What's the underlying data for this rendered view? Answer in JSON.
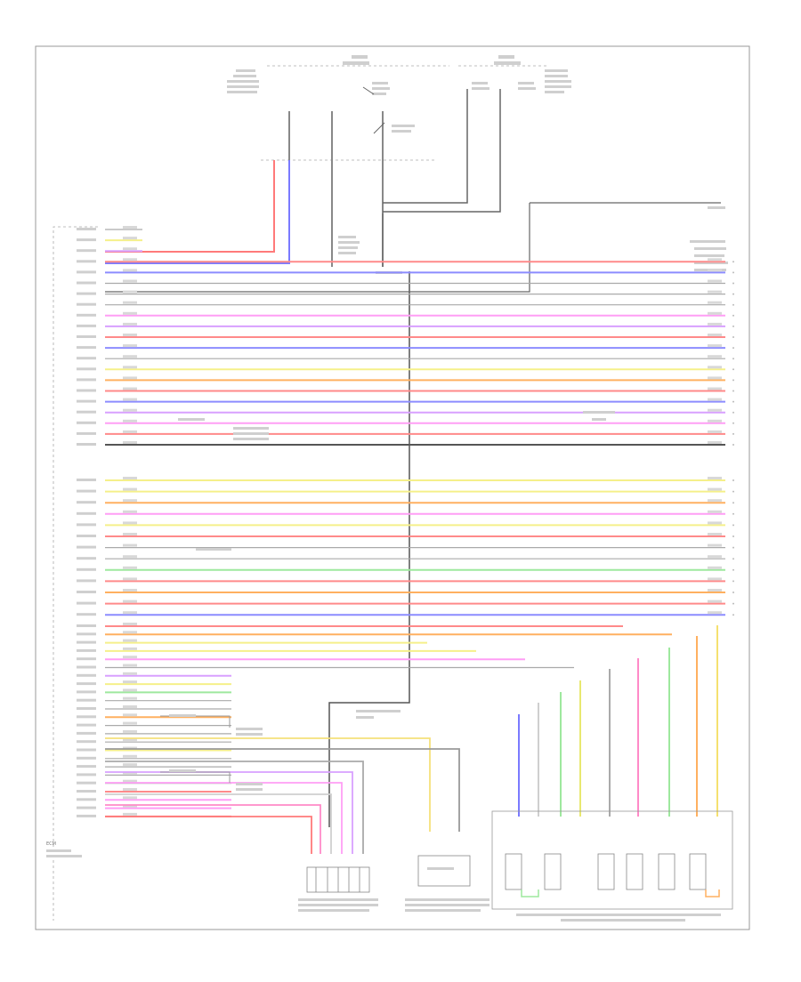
{
  "diagram": {
    "footer_code": "",
    "labels": {
      "ecm": "ECM"
    },
    "colors": {
      "wire_red": "#ff8a8a",
      "wire_blue": "#8c8cff",
      "wire_yellow": "#f5f08a",
      "wire_orange": "#ffb060",
      "wire_green": "#9ee89e",
      "wire_pink": "#ff9ef5",
      "wire_violet": "#d8a0ff",
      "wire_gray": "#aaaaaa",
      "wire_dark": "#555555",
      "frame": "#888888"
    },
    "ecm_wires": [
      "gray",
      "yellow",
      "violet",
      "red",
      "blue",
      "gray",
      "gray",
      "gray",
      "pink",
      "violet",
      "red",
      "blue",
      "gray",
      "yellow",
      "orange",
      "red",
      "blue",
      "violet",
      "pink",
      "red",
      "dark",
      "yellow",
      "yellow",
      "orange",
      "pink",
      "yellow",
      "red",
      "gray",
      "gray",
      "green",
      "red",
      "orange",
      "red",
      "blue",
      "red",
      "orange",
      "yellow",
      "yellow",
      "pink",
      "gray",
      "violet",
      "yellow",
      "green",
      "gray",
      "gray",
      "orange",
      "gray",
      "gray",
      "gray",
      "yellow",
      "gray",
      "gray",
      "gray",
      "gray",
      "red",
      "pink",
      "pink",
      "red"
    ]
  }
}
